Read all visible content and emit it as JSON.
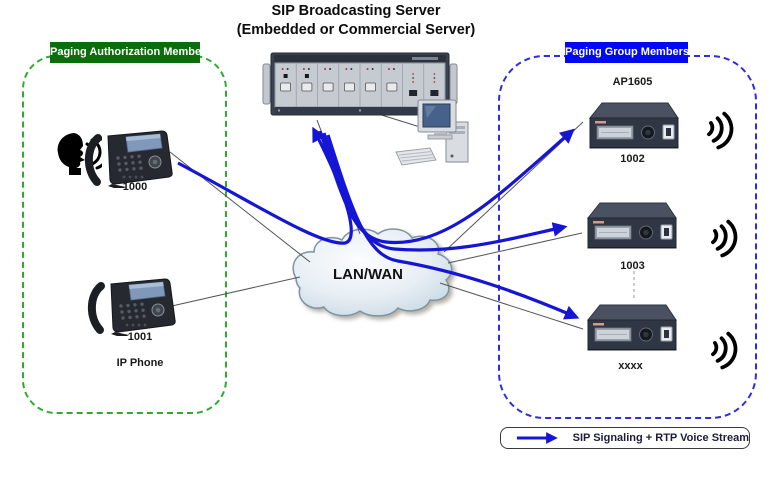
{
  "title": {
    "line1": "SIP Broadcasting Server",
    "line2": "(Embedded or Commercial Server)"
  },
  "groups": {
    "authorization": {
      "label": "Paging Authorization Membe",
      "fill": "#0b6e0b",
      "border": "#2faa2f"
    },
    "members": {
      "label": "Paging Group Members",
      "fill": "#0009f0",
      "border": "#2d2de0"
    }
  },
  "cloud": {
    "label": "LAN/WAN"
  },
  "phones": [
    {
      "id": "1000"
    },
    {
      "id": "1001",
      "caption": "IP Phone"
    }
  ],
  "receivers": {
    "model": "AP1605",
    "items": [
      {
        "id": "1002"
      },
      {
        "id": "1003"
      },
      {
        "id": "xxxx"
      }
    ]
  },
  "legend": {
    "label": "SIP Signaling + RTP Voice Stream"
  },
  "colors": {
    "signal_blue": "#1515d6",
    "link_gray": "#555555",
    "green_fill": "#0b6e0b",
    "green_border": "#2faa2f",
    "blue_fill": "#0009f0",
    "blue_border": "#2d2de0"
  }
}
